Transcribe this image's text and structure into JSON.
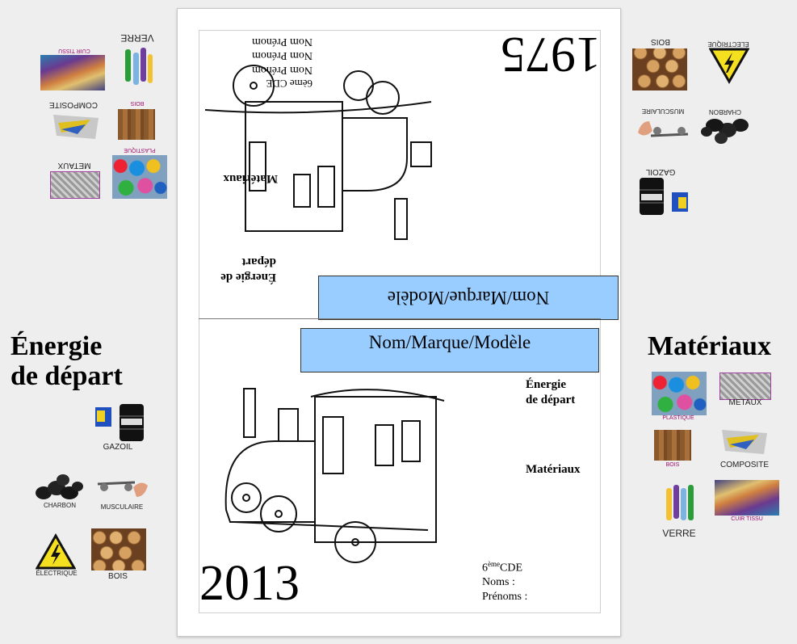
{
  "page": {
    "top_half": {
      "year": "1975",
      "class_label": "6ème CDE",
      "name_lines": [
        "Nom Prénom",
        "Nom Prénom",
        "Nom Prénom"
      ],
      "materials_label": "Matériaux",
      "energy_label": "Énergie de départ",
      "name_box": "Nom/Marque/Modèle"
    },
    "bottom_half": {
      "name_box": "Nom/Marque/Modèle",
      "energy_label_line1": "Énergie",
      "energy_label_line2": "de départ",
      "materials_label": "Matériaux",
      "year": "2013",
      "class_label_prefix": "6",
      "class_label_sup": "ème",
      "class_label_suffix": "CDE",
      "names_label": "Noms :",
      "firstnames_label": "Prénoms :"
    }
  },
  "left_panel": {
    "title_line1": "Énergie",
    "title_line2": "de départ",
    "items": {
      "gazoil": "GAZOIL",
      "charbon": "CHARBON",
      "musculaire": "MUSCULAIRE",
      "electrique": "ÉLECTRIQUE",
      "bois": "BOIS"
    },
    "mirrored_items": {
      "verre": "VERRE",
      "cuir_tissu": "CUIR TISSU",
      "composite": "COMPOSITE",
      "bois": "BOIS",
      "metaux": "METAUX",
      "plastique": "PLASTIQUE"
    }
  },
  "right_panel": {
    "title": "Matériaux",
    "items": {
      "plastique": "PLASTIQUE",
      "metaux": "METAUX",
      "bois": "BOIS",
      "composite": "COMPOSITE",
      "verre": "VERRE",
      "cuir_tissu": "CUIR TISSU"
    },
    "mirrored_items": {
      "bois": "BOIS",
      "electrique": "ÉLECTRIQUE",
      "musculaire": "MUSCULAIRE",
      "charbon": "CHARBON",
      "gazoil": "GAZOIL"
    }
  },
  "colors": {
    "name_box_fill": "#99ccff",
    "background": "#eeeeee",
    "caption_pink": "#a01070"
  }
}
